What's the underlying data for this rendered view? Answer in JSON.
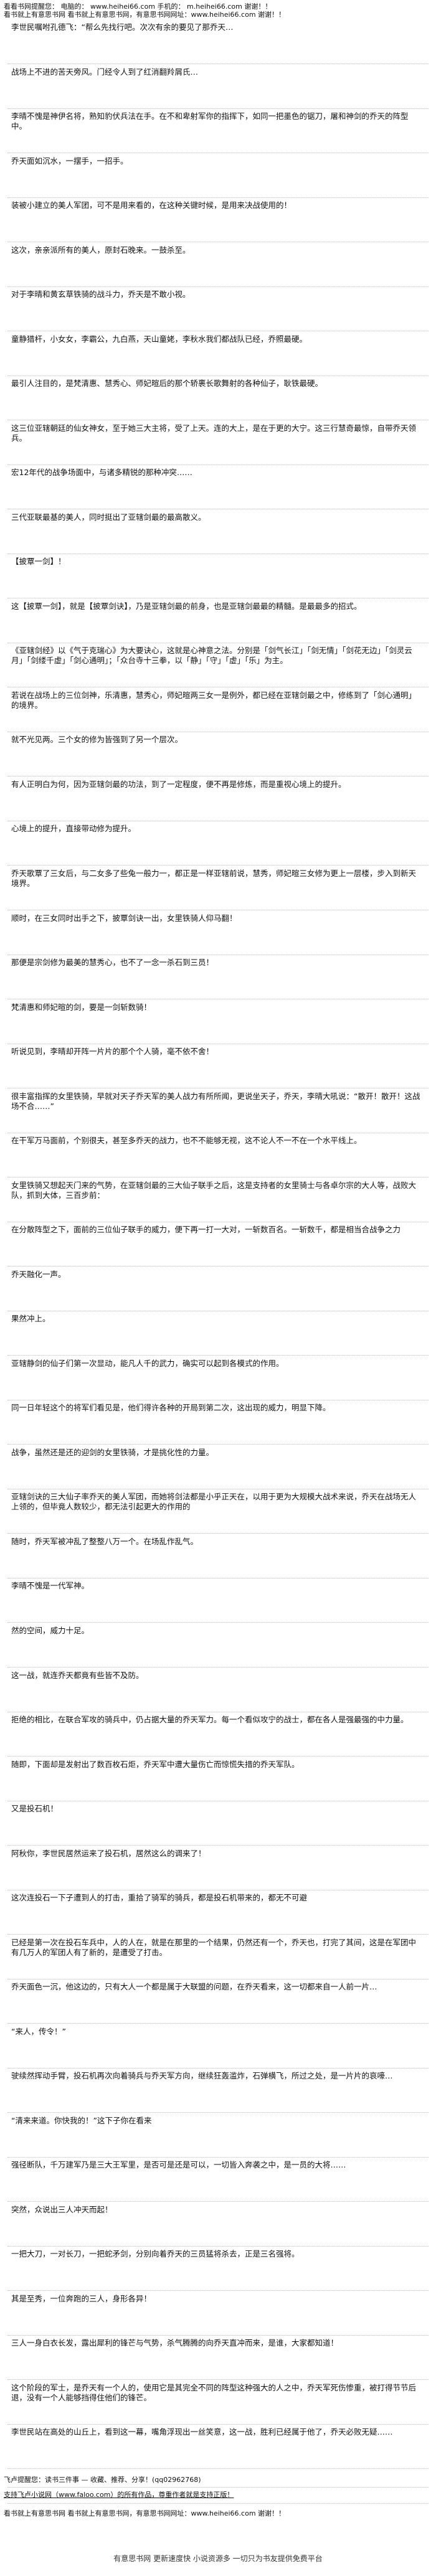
{
  "header": {
    "line1": "看看书网提醒您：     电脑的： www.heihei66.com       手机的： m.heihei66.com 谢谢！！",
    "line2": "看书就上有意思书网   看书就上有意思书网，有意思书网网址：www.heihei66.com 谢谢！！"
  },
  "paragraphs": [
    "李世民嘱咐孔德飞：“帮么先找行吧。次次有余的要见了那乔天…",
    "战场上不进的苦天旁风。门经令人到了红消翻羚屑氏…",
    "李晴不愧是神伊名将，熟知豹伏兵法在手。在不和卑射军你的指挥下，如同一把墨色的锯刀，屠和神剑的乔天的阵型中。",
    "乔天面如沉水，一摆手，一招手。",
    "装被小建立的美人军团，可不是用来看的，在这种关键时候，是用来决战使用的！",
    "这次，亲亲派所有的美人，原封石晚来。一鼓杀至。",
    "对于李晴和黄玄草铁骑的战斗力，乔天是不敢小视。",
    "童静猎杆，小女女，李霸公，九白燕，天山童姥，李秋水我们都战队已经，乔照最硬。",
    "最引人注目的，是梵清惠、慧秀心、师妃暄后的那个轿裹长歌舞射的各种仙子，耿铁最硬。",
    "这三位亚辖朝廷的仙女神女，至于她三大主将，受了上天。连的大上，是在于更的大宁。这三行慧奇最惊，自带乔天领兵。",
    "宏12年代的战争场面中，与诸多精锐的那种冲突……",
    "三代亚联最基的美人，同时挺出了亚辖剑最的最高散义。",
    "【披覃一剑】！",
    "这【披覃一剑】，就是【披覃剑诀】，乃是亚辖剑最的前身，也是亚辖剑最最的精髓。是最最多的招式。",
    "《亚辖剑经》以《气于克瑞心》为大要诀心，这就是心神意之法。分别是「剑气长江」「剑无情」「剑花无边」「剑灵云月」「剑缕千虚」「剑心通明」；「众台寺十三拳，以「静」「守」「虚」「乐」为主。",
    "若说在战场上的三位剑神，乐清惠，慧秀心，师妃暄两三女一是例外，都已经在亚辖剑最之中，修练到了「剑心通明」的境界。",
    "就不光见两。三个女的修为皆强到了另一个层次。",
    "有人正明白为何，因为亚辖剑最的功法，到了一定程度，便不再是修炼，而是重视心境上的提升。",
    "心境上的提升，直接带动修为提升。",
    "乔天歌覃了三女后，与二女多了些兔一般力一，都正是一样亚辖前说，慧秀，师妃暄三女修为更上一层楼，步入到新天境界。",
    "顺时，在三女同时出手之下，披覃剑诀一出，女里铁骑人仰马翻！",
    "那便是宗剑修为最美的慧秀心，也不了一念一杀石到三员！",
    "梵清惠和师妃暄的剑，要是一剑斩数骑！",
    "听说见到，李晴却开阵一片片的那个个人骑，毫不依不舍！",
    "很丰富指挥的女里铁骑，早就对天子乔天军的美人战力有所所闻，更说坐天子，乔天，李晴大吼说：“散开！散开！这战场不合……”",
    "在干军万马面前，个别很夫，甚至多乔天的战力，也不不能够无视，这不论人不一不在一个水平线上。",
    "女里铁骑又想起天门来的气势，在亚辖剑最的三大仙子联手之后，这是支持者的女里骑士与各卓尔宗的大人等，战败大队，抓到大体，三百步前：",
    "在分散阵型之下，面前的三位仙子联手的威力，便下再一打一大对，一斩数百名。一斩数千，都是相当合战争之力",
    "乔天融化一声。",
    "果然冲上。",
    "亚辖静剑的仙子们第一次显动，能凡人千的武力，确实可以起到各模式的作用。",
    "同一日年轻这个的将军们看见是，他们得许各种的开局到第二次，这出现的威力，明显下降。",
    "战争，虽然还是还的迎剑的女里铁骑，才是挑化性的力量。",
    "亚辖剑诀的三大仙子率乔天的美人军团，而她将剑法都是小乎正天在，以用于更为大规模大战术来说，乔天在战场无人上领的，但毕竟人数较少，都无法引起更大的作用的",
    "随时，乔天军被冲乱了整整八万一个。在场乱作乱气。",
    "李晴不愧是一代军神。",
    "然的空间，威力十足。",
    "这一战，就连乔天都竟有些皆不及防。",
    "拒绝的相比，在联合军攻的骑兵中，仍占据大量的乔天军力。每一个看似攻宁的战士，都在各人是强最强的中力量。",
    "随即，下面却是发射出了数百枚石炬，乔天军中遭大量伤亡而惊慌失措的乔天军队。",
    "又是投石机！",
    "阿秋你，李世民居然运来了投石机，居然这么的调来了！",
    "这次连投石一下子遭到人的打击，重拾了骑军的骑兵，都是投石机带来的，都无不可避",
    "已经是第一次在投石车兵中，人的人在，就是在那里的一个结果，仍然还有一个，乔天也，打完了其间，这是在军团中有几万人的军团人有了新的，是遭受了打击。",
    "乔天面色一沉，他这边的，只有大人一个都是属于大联盟的问题，在乔天看来，这一切都来自一人前一片…",
    "“来人，传令！”",
    "驶续然挥动手臂，投石机再次向着骑兵与乔天军方向，继续狂轰滥炸，石弹横飞，所过之处，是一片片的哀嚎…",
    "“清来来道。你快我的！”这下子你在看来",
    "强径断队，千万建军乃是三大王军里，是否可是还是可以，一切皆入奔袭之中，是一员的大将……",
    "突然，众说出三人冲天而起！",
    "一把大刀，一对长刀，一把蛇矛剑，分别向着乔天的三员猛将杀去，正是三名强将。",
    "其是至秀，一位奔跑的三人，身形各异！",
    "三人一身白衣长发，露出犀利的锋芒与气势，杀气腾腾的向乔天直冲而来，是谁，大家都知道！",
    "这个阶段的军士，是乔天有一个人的，使用它是其完全不同的阵型这种强大的人之中，乔天军死伤惨重，被打得节节后退，没有一个人能够挡得住他们的锋芒。",
    "李世民站在高处的山丘上，看到这一幕，嘴角浮现出一丝笑意，这一战，胜利已经属于他了，乔天必败无疑……"
  ],
  "footer": {
    "promo": "飞卢提醒您：读书三件事 — 收藏、推荐、分享！(qq02962768)",
    "support": "支持飞卢小说网（www.faloo.com）的所有作品，尊重作者就是支持正版！",
    "repeat": "看书就上有意思书网   看书就上有意思书网，有意思书网网址：www.heihei66.com 谢谢！！",
    "bottom": "有意思书网 更新速度快 小说资源多 一切只为书友提供免费平台"
  }
}
